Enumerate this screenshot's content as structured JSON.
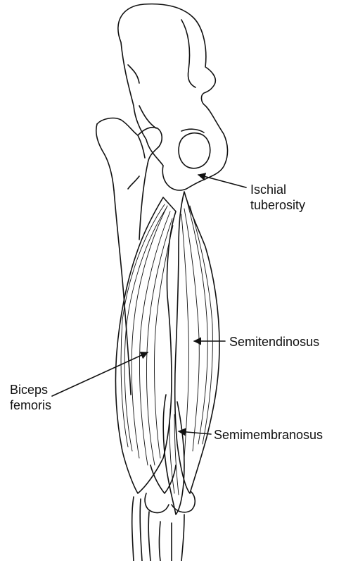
{
  "labels": {
    "ischial_tuberosity": [
      "Ischial",
      "tuberosity"
    ],
    "biceps_femoris": [
      "Biceps",
      "femoris"
    ],
    "semitendinosus": "Semitendinosus",
    "semimembranosus": "Semimembranosus"
  },
  "colors": {
    "line": "#111111",
    "background": "#ffffff"
  }
}
